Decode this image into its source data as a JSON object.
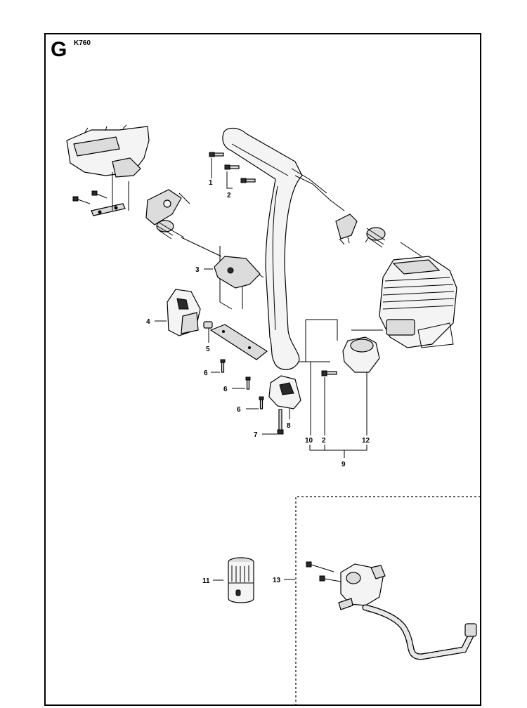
{
  "header": {
    "section_letter": "G",
    "model": "K760"
  },
  "callouts": {
    "c1": "1",
    "c2a": "2",
    "c3": "3",
    "c4": "4",
    "c5": "5",
    "c6a": "6",
    "c6b": "6",
    "c6c": "6",
    "c7": "7",
    "c8": "8",
    "c10": "10",
    "c2b": "2",
    "c12": "12",
    "c9": "9",
    "c11": "11",
    "c13": "13"
  }
}
